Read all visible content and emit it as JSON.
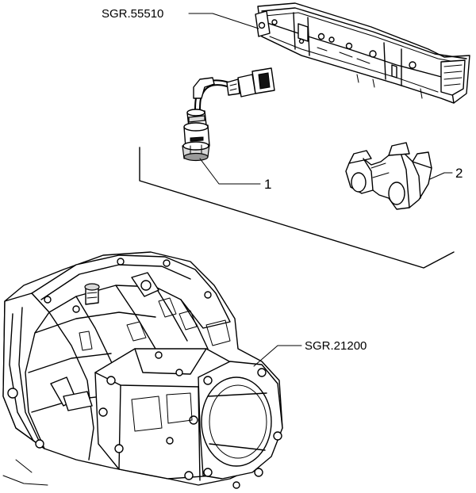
{
  "labels": {
    "instrument_panel_ref": "SGR.55510",
    "gearbox_ref": "SGR.21200",
    "part_1": "1",
    "part_2": "2"
  }
}
